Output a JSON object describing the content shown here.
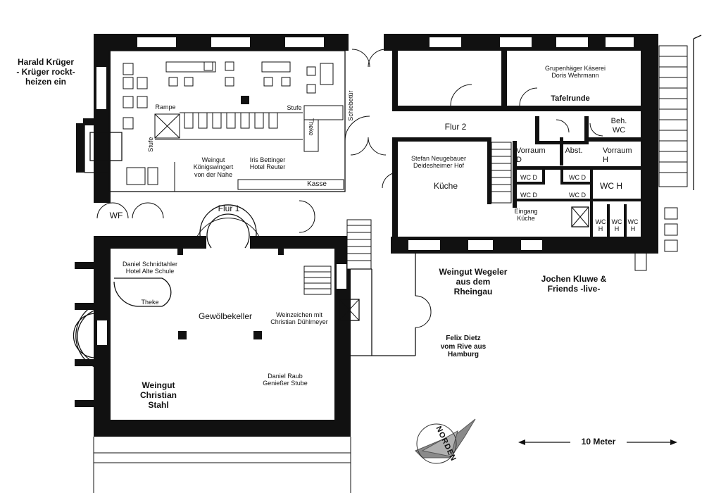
{
  "labels": {
    "harald": "Harald Krüger\n- Krüger rockt-\nheizen ein",
    "rampe": "Rampe",
    "stufe_top": "Stufe",
    "stufe_left": "Stufe",
    "theke_top": "Theke",
    "schiebetuer": "Schiebetür",
    "koenigswingert": "Weingut\nKönigswingert\nvon der Nahe",
    "bettinger": "Iris Bettinger\nHotel Reuter",
    "kasse": "Kasse",
    "wf": "WF",
    "flur1": "Flur 1",
    "flur2": "Flur 2",
    "kaeserei": "Grupenhäger Käserei\nDoris Wehrmann",
    "tafelrunde": "Tafelrunde",
    "beh_wc": "Beh.\nWC",
    "vorraum_d": "Vorraum\nD",
    "abst": "Abst.",
    "vorraum_h": "Vorraum\nH",
    "neugebauer": "Stefan Neugebauer\nDeidesheimer Hof",
    "kueche": "Küche",
    "wc_d1": "WC D",
    "wc_d2": "WC D",
    "wc_d3": "WC D",
    "wc_d4": "WC D",
    "wc_h": "WC H",
    "wc_h1": "WC\nH",
    "wc_h2": "WC\nH",
    "wc_h3": "WC\nH",
    "eingang": "Eingang\nKüche",
    "schnidtahler": "Daniel Schnidtahler\nHotel Alte Schule",
    "theke_left": "Theke",
    "gewoelbekeller": "Gewölbekeller",
    "weinzeichen": "Weinzeichen mit\nChristian Dühlmeyer",
    "raub": "Daniel Raub\nGenießer Stube",
    "stahl": "Weingut\nChristian\nStahl",
    "wegeler": "Weingut Wegeler\naus dem\nRheingau",
    "kluwe": "Jochen Kluwe &\nFriends -live-",
    "dietz": "Felix Dietz\nvom Rive aus\nHamburg",
    "norden": "NORDEN",
    "scale": "10 Meter"
  },
  "colors": {
    "wall": "#111111",
    "background": "#ffffff",
    "compass": "#8a8a8a"
  }
}
